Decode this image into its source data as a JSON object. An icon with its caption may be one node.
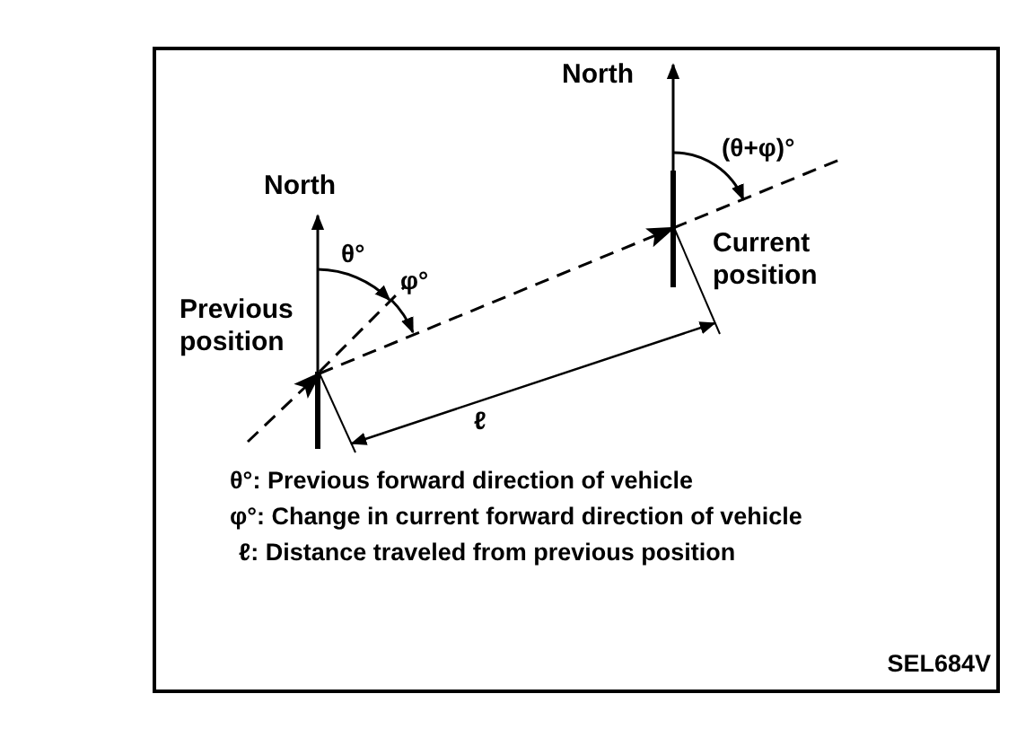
{
  "diagram": {
    "nodes": [
      {
        "text": [
          "Previous position"
        ]
      },
      {
        "text": [
          "Current position"
        ]
      }
    ],
    "edges": [
      {
        "from": null,
        "to": 0,
        "arrow": "to",
        "style": "dashed"
      },
      {
        "from": 0,
        "to": 1,
        "arrow": "to",
        "style": "dashed"
      }
    ],
    "labels": [
      "North",
      "(θ+φ)°",
      "North",
      "θ°",
      "φ°",
      "ℓ",
      "θ°: Previous forward direction of vehicle",
      "φ°: Change in current forward direction of vehicle",
      "ℓ: Distance traveled from previous position",
      "SEL684V"
    ]
  }
}
